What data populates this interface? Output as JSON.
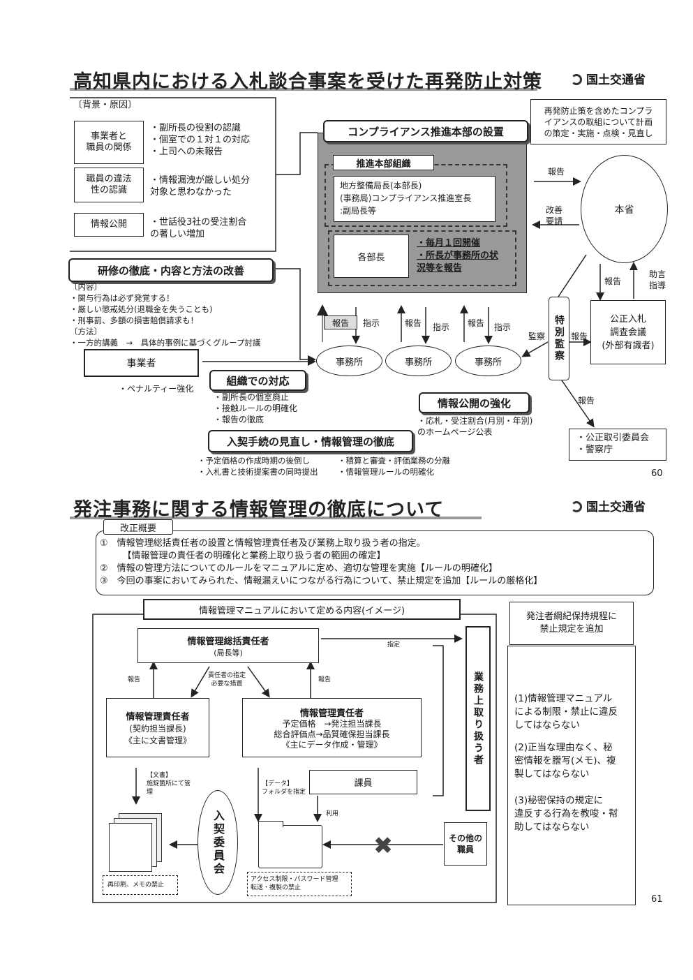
{
  "page60": {
    "title": "高知県内における入札談合事案を受けた再発防止対策",
    "logo": "国土交通省",
    "background_label": "〔背景・原因〕",
    "causes": [
      {
        "label": "事業者と\n職員の関係",
        "text": "・副所長の役割の認識\n・個室での１対１の対応\n・上司への未報告"
      },
      {
        "label": "職員の違法\n性の認識",
        "text": "・情報漏洩が厳しい処分\n対象と思わなかった"
      },
      {
        "label": "情報公開",
        "text": "・世話役3社の受注割合\nの著しい増加"
      }
    ],
    "training_header": "研修の徹底・内容と方法の改善",
    "training_text": "〔内容〕\n・関与行為は必ず発覚する！\n・厳しい懲戒処分(退職金を失うことも)\n・刑事罰、多額の損害賠償請求も！\n〔方法〕\n・一方的講義　→　具体的事例に基づくグループ討議",
    "compliance_header": "コンプライアンス推進本部の設置",
    "compliance_note": "再発防止策を含めたコンプラ\nイアンスの取組について計画\nの策定・実施・点検・見直し",
    "org_label": "推進本部組織",
    "director_text": "地方整備局長(本部長)\n(事務局)コンプライアンス推進室長\n:副局長等",
    "dept_heads": "各部長",
    "meeting_text": "・毎月１回開催\n・所長が事務所の状\n況等を報告",
    "ministry": "本省",
    "report": "報告",
    "improve_request": "改善\n要請",
    "advice": "助言\n指導",
    "instruct": "指示",
    "special_audit": "特別監察",
    "audit": "監察",
    "fair_bid": "公正入札\n調査会議\n(外部有識者)",
    "offices": [
      "事務所",
      "事務所",
      "事務所"
    ],
    "contractor": "事業者",
    "penalty": "・ペナルティー強化",
    "org_response": "組織での対応",
    "org_response_text": "・副所長の個室廃止\n・接触ルールの明確化\n・報告の徹底",
    "info_disclosure": "情報公開の強化",
    "info_disclosure_text": "・応札・受注割合(月別・年別)\nのホームページ公表",
    "procurement": "入契手続の見直し・情報管理の徹底",
    "procurement_text1": "・予定価格の作成時期の後倒し\n・入札書と技術提案書の同時提出",
    "procurement_text2": "・積算と審査・評価業務の分離\n・情報管理ルールの明確化",
    "ftc": "・公正取引委員会\n・警察庁",
    "page_no": "60"
  },
  "page61": {
    "title": "発注事務に関する情報管理の徹底について",
    "logo": "国土交通省",
    "summary_label": "改正概要",
    "summary": [
      "①　情報管理総括責任者の設置と情報管理責任者及び業務上取り扱う者の指定。",
      "　　　【情報管理の責任者の明確化と業務上取り扱う者の範囲の確定】",
      "②　情報の管理方法についてのルールをマニュアルに定め、適切な管理を実施【ルールの明確化】",
      "③　今回の事案においてみられた、情報漏えいにつながる行為について、禁止規定を追加【ルールの厳格化】"
    ],
    "manual_header": "情報管理マニュアルにおいて定める内容(イメージ)",
    "chief": "情報管理総括責任者",
    "chief_sub": "(局長等)",
    "designate": "指定",
    "report": "報告",
    "responsibility": "責任者の指定\n必要な措置",
    "mgr1_title": "情報管理責任者",
    "mgr1_text": "(契約担当課長)\n《主に文書管理》",
    "mgr2_title": "情報管理責任者",
    "mgr2_text": "予定価格　→発注担当課長\n総合評価点→品質確保担当課長\n《主にデータ作成・管理》",
    "handlers": "業務上取り扱う者",
    "documents": "【文書】\n施錠箇所にて管\n理",
    "data": "【データ】\nフォルダを指定",
    "staff": "課員",
    "use": "利用",
    "committee": "入契委員会",
    "other_staff": "その他の\n職員",
    "no_reprint": "再印刷、メモの禁止",
    "access_control": "アクセス制限・パスワード管理\n転送・複製の禁止",
    "rule_header": "発注者綱紀保持規程に\n禁止規定を追加",
    "rules": [
      "(1)情報管理マニュアル\nによる制限・禁止に違反\nしてはならない",
      "(2)正当な理由なく、秘\n密情報を謄写(メモ)、複\n製してはならない",
      "(3)秘密保持の規定に\n違反する行為を教唆・幇\n助してはならない"
    ],
    "page_no": "61"
  }
}
